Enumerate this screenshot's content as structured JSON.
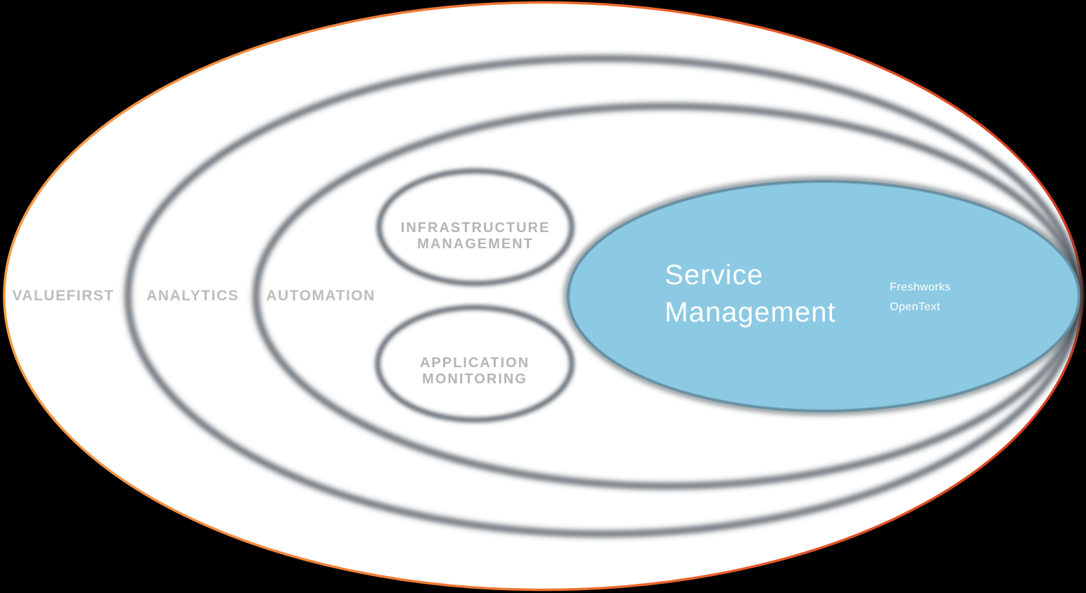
{
  "diagram": {
    "rings": [
      {
        "label": "VALUEFIRST"
      },
      {
        "label": "ANALYTICS"
      },
      {
        "label": "AUTOMATION"
      }
    ],
    "sub_ellipses": [
      {
        "line1": "INFRASTRUCTURE",
        "line2": "MANAGEMENT"
      },
      {
        "line1": "APPLICATION",
        "line2": "MONITORING"
      }
    ],
    "highlight": {
      "title_line1": "Service",
      "title_line2": "Management",
      "vendors": [
        {
          "name": "Freshworks"
        },
        {
          "name": "OpenText"
        }
      ]
    }
  },
  "colors": {
    "background": "#000000",
    "ellipse_fill": "#FFFFFF",
    "ring_edge": "#333E46",
    "outline_gradient_left": "#F59C47",
    "outline_gradient_mid": "#EC6C2F",
    "outline_gradient_right": "#D5391C",
    "highlight_fill": "#8CC9E2",
    "highlight_edge": "#32434C",
    "ring_label_color": "#BDBDBD",
    "sub_label_color": "#B5B5B5",
    "highlight_text_color": "#FFFFFF"
  }
}
